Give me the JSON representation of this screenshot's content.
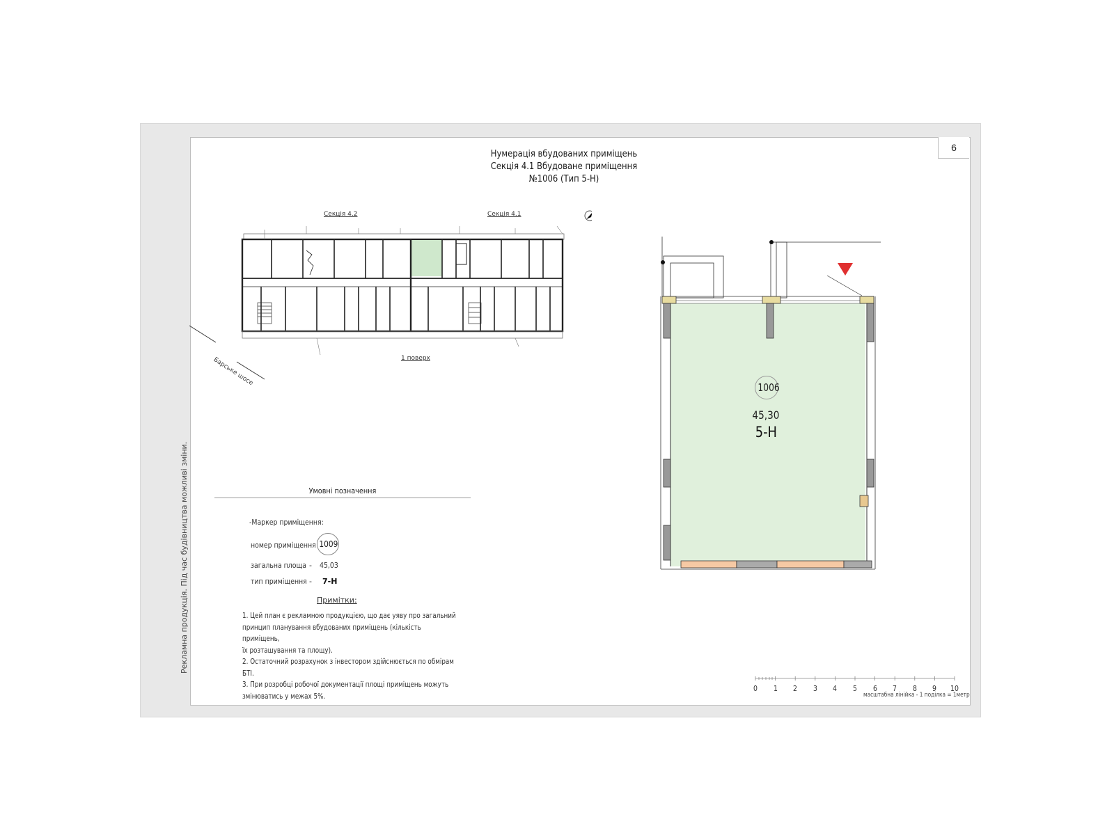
{
  "page": {
    "number": "6",
    "title_lines": [
      "Нумерація вбудованих приміщень",
      "Секція 4.1 Вбудоване приміщення",
      "№1006 (Тип 5-Н)"
    ],
    "side_note": "Рекламна продукція. Під час будівництва можливі зміни."
  },
  "overview_plan": {
    "section_labels": [
      "Секція 4.2",
      "Секція 4.1"
    ],
    "floor_label": "1 поверх",
    "street_label": "Барське шосе",
    "highlight_color": "#cfe8cc",
    "north_icon": "compass-icon"
  },
  "unit_plan": {
    "room_number": "1006",
    "area": "45,30",
    "type": "5-Н",
    "fill_color": "#e0f0dc",
    "entrance_marker_color": "#e03030",
    "entrance_marker_icon": "entrance-triangle-icon"
  },
  "legend": {
    "title": "Умовні позначення",
    "marker_heading": "-Маркер приміщення:",
    "rows": [
      {
        "label": "номер приміщення",
        "dash": "-",
        "value": "1009"
      },
      {
        "label": "загальна площа",
        "dash": "-",
        "value": "45,03"
      },
      {
        "label": "тип приміщення",
        "dash": "-",
        "value": "7-Н"
      }
    ]
  },
  "notes": {
    "title": "Примітки:",
    "lines": [
      "1. Цей план є рекламною продукцією, що дає уяву про загальний",
      "принцип  планування вбудованих приміщень (кількість приміщень,",
      "їх розташування та площу).",
      "2. Остаточний розрахунок з інвестором здійснюється по обмірам БТІ.",
      "3. При розробці робочої документації площі приміщень можуть",
      "змінюватись у межах 5%."
    ]
  },
  "scale_bar": {
    "ticks": [
      "0",
      "1",
      "2",
      "3",
      "4",
      "5",
      "6",
      "7",
      "8",
      "9",
      "10"
    ],
    "label": "масштабна лінійка - 1 поділка = 1метр"
  }
}
